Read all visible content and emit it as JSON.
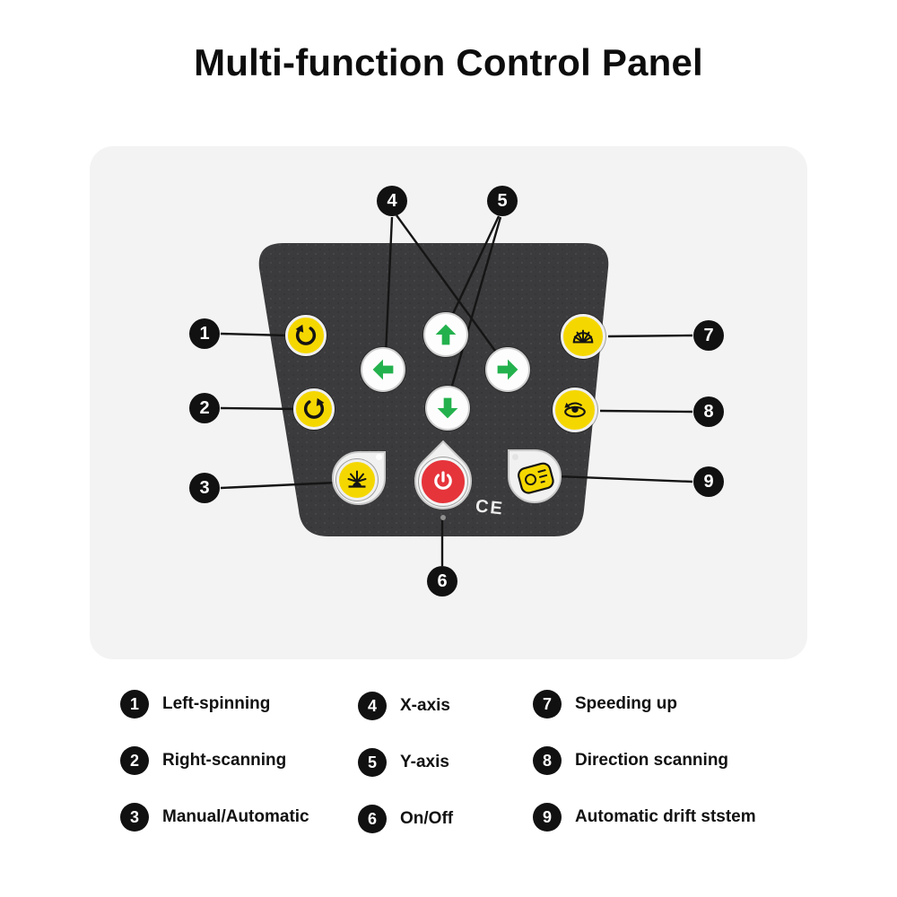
{
  "header": {
    "title": "Multi-function Control Panel"
  },
  "panel": {
    "ce_mark": "CE",
    "buttons": [
      {
        "label": "Left-spinning",
        "icon": "counterclockwise-arrow-icon",
        "color": "yellow"
      },
      {
        "label": "Right-scanning",
        "icon": "clockwise-arrow-icon",
        "color": "yellow"
      },
      {
        "label": "Manual/Automatic",
        "icon": "lamp-glare-icon",
        "color": "yellow"
      },
      {
        "label": "Y-axis up",
        "icon": "up-arrow-icon",
        "color": "green"
      },
      {
        "label": "X-axis left",
        "icon": "left-arrow-icon",
        "color": "green"
      },
      {
        "label": "X-axis right",
        "icon": "right-arrow-icon",
        "color": "green"
      },
      {
        "label": "Y-axis down",
        "icon": "down-arrow-icon",
        "color": "green"
      },
      {
        "label": "On/Off",
        "icon": "power-icon",
        "color": "red"
      },
      {
        "label": "Speeding up",
        "icon": "spotlight-icon",
        "color": "yellow"
      },
      {
        "label": "Direction scanning",
        "icon": "rotate-scan-icon",
        "color": "yellow"
      },
      {
        "label": "Automatic drift system",
        "icon": "drift-module-icon",
        "color": "yellow"
      }
    ]
  },
  "callouts": [
    "1",
    "2",
    "3",
    "4",
    "5",
    "6",
    "7",
    "8",
    "9"
  ],
  "legend": [
    {
      "num": "1",
      "label": "Left-spinning"
    },
    {
      "num": "2",
      "label": "Right-scanning"
    },
    {
      "num": "3",
      "label": "Manual/Automatic"
    },
    {
      "num": "4",
      "label": "X-axis"
    },
    {
      "num": "5",
      "label": "Y-axis"
    },
    {
      "num": "6",
      "label": "On/Off"
    },
    {
      "num": "7",
      "label": "Speeding up"
    },
    {
      "num": "8",
      "label": "Direction scanning"
    },
    {
      "num": "9",
      "label": "Automatic drift ststem"
    }
  ],
  "colors": {
    "accent_yellow": "#f5d700",
    "accent_green": "#23b14d",
    "accent_red": "#e6343b",
    "panel_dark": "#3b3b3d",
    "card_bg": "#f3f3f3",
    "callout_black": "#111111"
  }
}
